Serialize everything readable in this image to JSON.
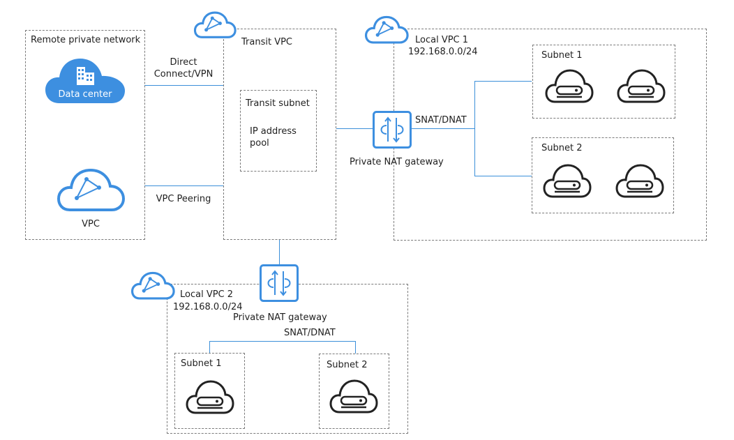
{
  "remote_network": {
    "title": "Remote private network",
    "data_center_label": "Data center",
    "vpc_label": "VPC"
  },
  "links": {
    "direct_connect_line1": "Direct",
    "direct_connect_line2": "Connect/VPN",
    "vpc_peering": "VPC Peering"
  },
  "transit_vpc": {
    "title": "Transit VPC",
    "subnet_title": "Transit subnet",
    "pool_line1": "IP address",
    "pool_line2": "pool"
  },
  "local_vpc_1": {
    "title": "Local VPC 1",
    "cidr": "192.168.0.0/24",
    "nat_label": "Private NAT gateway",
    "snat_dnat": "SNAT/DNAT",
    "subnet_1": "Subnet 1",
    "subnet_2": "Subnet 2"
  },
  "local_vpc_2": {
    "title": "Local VPC 2",
    "cidr": "192.168.0.0/24",
    "nat_label": "Private NAT gateway",
    "snat_dnat": "SNAT/DNAT",
    "subnet_1": "Subnet 1",
    "subnet_2": "Subnet 2"
  },
  "colors": {
    "accent": "#3b8fd9",
    "cloud_fill": "#3d8fe0",
    "server_stroke": "#222222",
    "border": "#7a7a7a"
  },
  "icons": {
    "vpc": "vpc-cloud-icon",
    "data_center": "data-center-cloud-icon",
    "nat": "private-nat-gateway-icon",
    "server": "ecs-server-icon"
  }
}
